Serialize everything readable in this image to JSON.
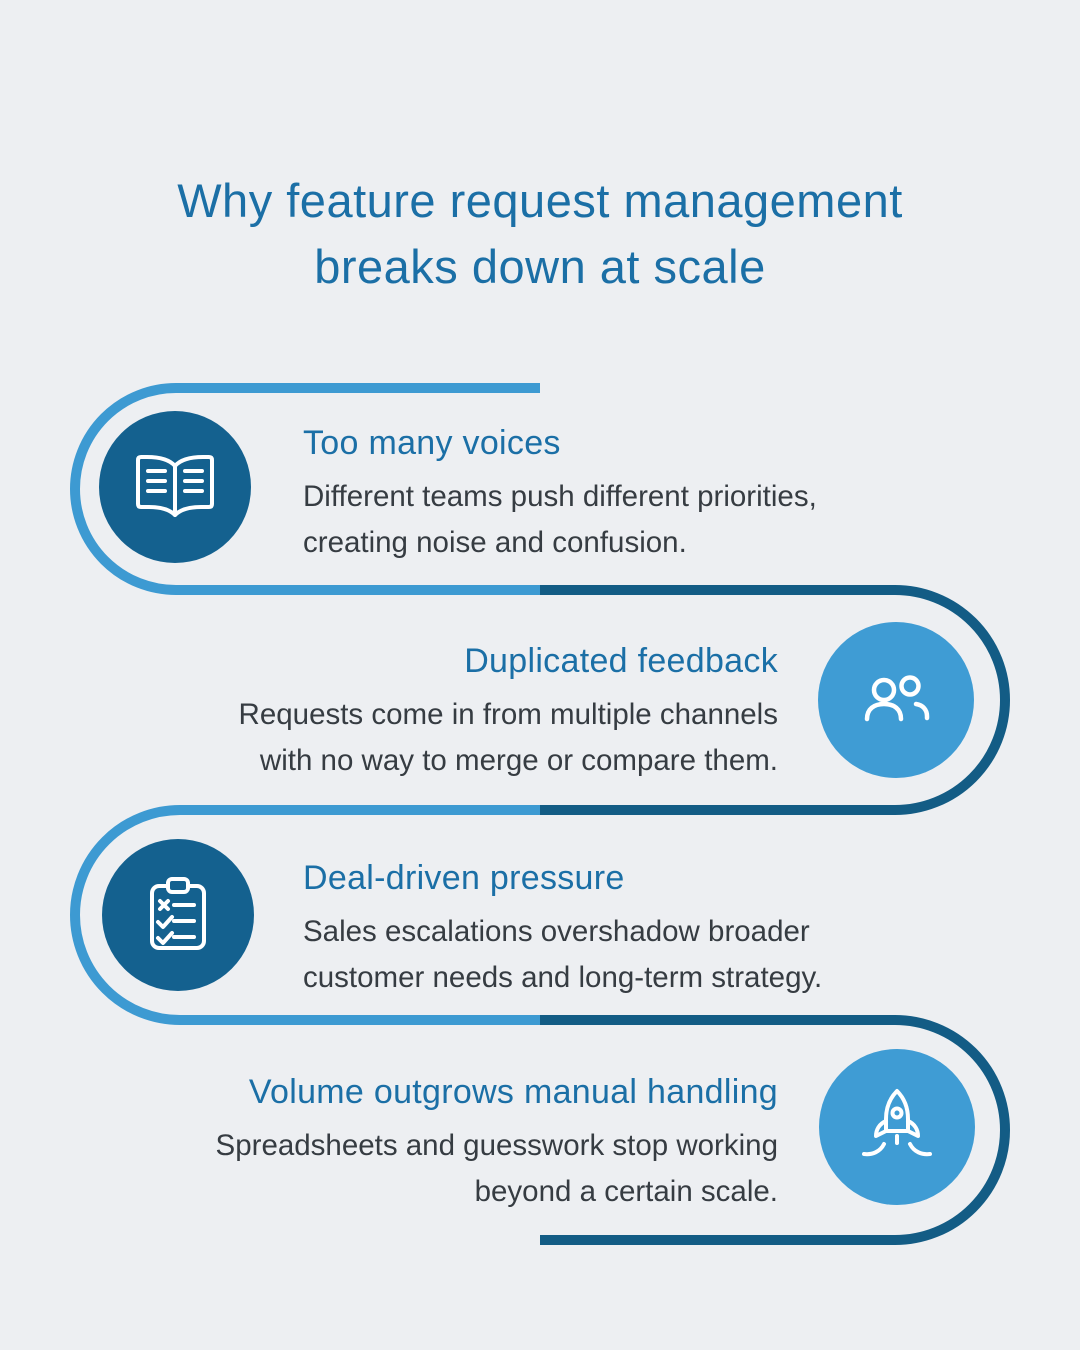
{
  "title": {
    "lines": [
      "Why feature request management",
      "breaks down at scale"
    ]
  },
  "colors": {
    "background": "#edeff2",
    "title_text": "#1b6fa6",
    "heading_text": "#1b6fa6",
    "body_text": "#363c42",
    "path_light": "#3d9ad2",
    "path_dark": "#135c85",
    "circle_dark": "#14618f",
    "circle_light": "#3f9cd4",
    "icon_stroke": "#ffffff"
  },
  "items": [
    {
      "icon": "book-icon",
      "side": "left",
      "heading": "Too many voices",
      "body": [
        "Different teams push different priorities,",
        "creating noise and confusion."
      ]
    },
    {
      "icon": "people-icon",
      "side": "right",
      "heading": "Duplicated feedback",
      "body": [
        "Requests come in from multiple channels",
        "with no way to merge or compare them."
      ]
    },
    {
      "icon": "clipboard-icon",
      "side": "left",
      "heading": "Deal-driven pressure",
      "body": [
        "Sales escalations overshadow broader",
        "customer needs and long-term strategy."
      ]
    },
    {
      "icon": "rocket-icon",
      "side": "right",
      "heading": "Volume outgrows manual handling",
      "body": [
        "Spreadsheets and guesswork stop working",
        "beyond a certain scale."
      ]
    }
  ]
}
